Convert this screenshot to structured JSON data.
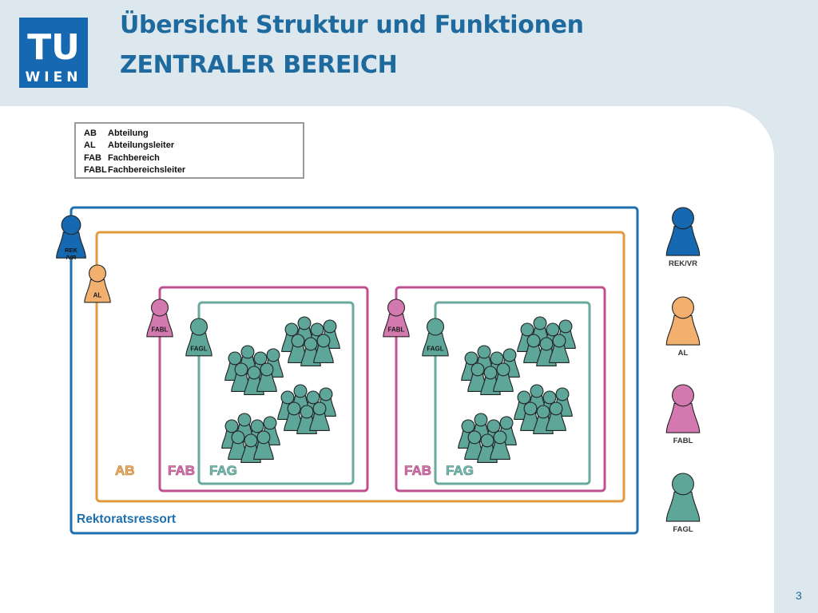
{
  "logo": {
    "line1": "TU",
    "line2": "WIEN"
  },
  "title": {
    "line1": "Übersicht Struktur und Funktionen",
    "line2": "ZENTRALER BEREICH"
  },
  "legend": [
    {
      "abbr": "AB",
      "text": "Abteilung"
    },
    {
      "abbr": "AL",
      "text": "Abteilungsleiter"
    },
    {
      "abbr": "FAB",
      "text": "Fachbereich"
    },
    {
      "abbr": "FABL",
      "text": "Fachbereichsleiter"
    }
  ],
  "diagram": {
    "outer_label": "Rektoratsressort",
    "ab_label": "AB",
    "fab_label": "FAB",
    "fag_label": "FAG",
    "piece_labels": {
      "rek": "REK /VR",
      "al": "AL",
      "fabl": "FABL",
      "fagl": "FAGL"
    }
  },
  "side_legend": [
    {
      "label": "REK/VR",
      "role": "rek"
    },
    {
      "label": "AL",
      "role": "al"
    },
    {
      "label": "FABL",
      "role": "fabl"
    },
    {
      "label": "FAGL",
      "role": "fagl"
    }
  ],
  "colors": {
    "rek": "#1668b0",
    "al": "#f2b06f",
    "fabl": "#d479b0",
    "fagl": "#5ea69a",
    "ab_border": "#e39a3c",
    "fab_border": "#c0508f",
    "fag_border": "#6aaa9e",
    "outer_border": "#1e6fae",
    "title": "#1e6a9e"
  },
  "page_number": "3"
}
